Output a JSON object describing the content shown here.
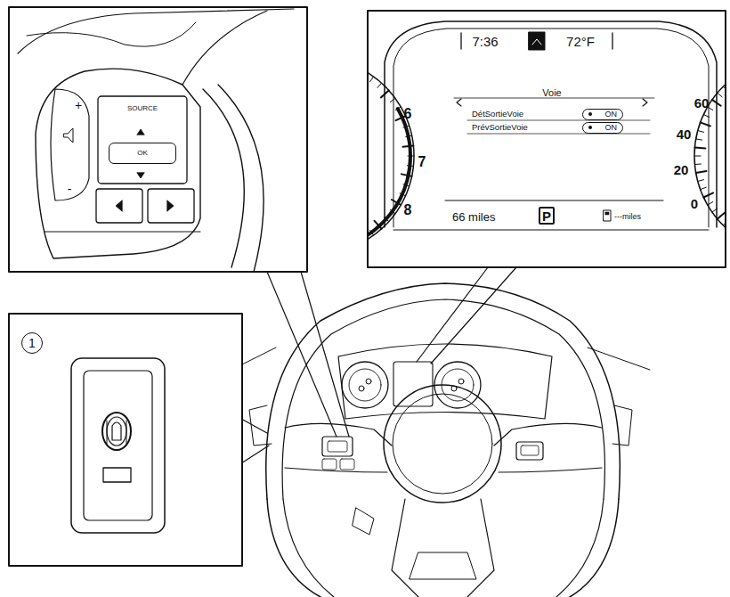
{
  "diagram": {
    "nodes": [
      {
        "text": [
          "OK"
        ]
      },
      {
        "text": [
          "ON"
        ]
      },
      {
        "text": [
          "ON"
        ]
      },
      {
        "text": [
          "P"
        ]
      },
      {
        "text": [
          "1"
        ]
      }
    ],
    "labels": [
      "SOURCE",
      "+",
      "-",
      "7:36",
      "72°F",
      "Voie",
      "DétSortieVoie",
      "PrévSortieVoie",
      "6",
      "7",
      "8",
      "60",
      "40",
      "20",
      "0",
      "66 miles",
      "---miles"
    ]
  }
}
